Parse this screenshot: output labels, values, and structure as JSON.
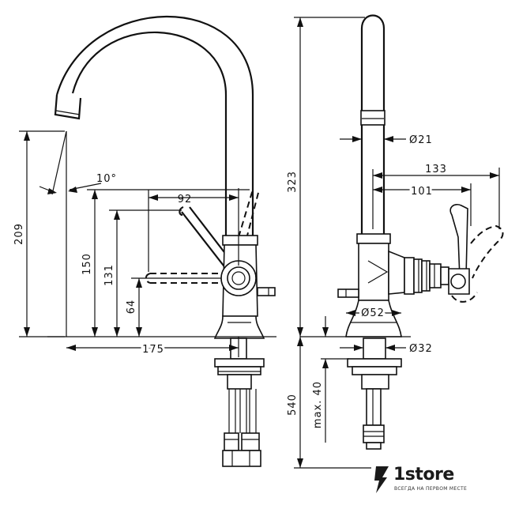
{
  "front_view": {
    "dim_height_spout": "209",
    "dim_angle": "10°",
    "dim_lever_reach": "92",
    "dim_150": "150",
    "dim_131": "131",
    "dim_64": "64",
    "dim_spout_reach": "175"
  },
  "side_view": {
    "dim_total_height": "323",
    "dim_spout_diameter": "Ø21",
    "dim_133": "133",
    "dim_101": "101",
    "dim_body_diameter": "Ø52",
    "dim_shank_diameter": "Ø32",
    "dim_shank_length": "540",
    "dim_max_counter": "max. 40"
  },
  "brand": {
    "name": "1store",
    "tagline": "ВСЕГДА НА ПЕРВОМ МЕСТЕ"
  }
}
